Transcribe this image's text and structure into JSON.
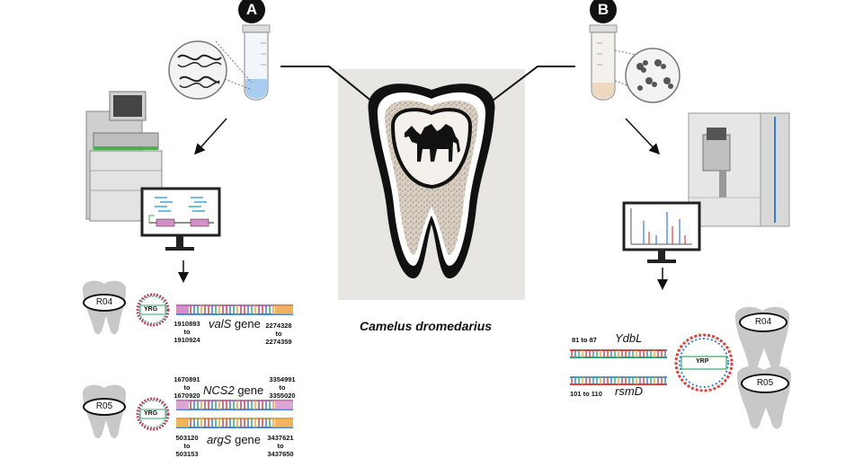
{
  "species": "Camelus dromedarius",
  "panels": {
    "a": {
      "badge": "A"
    },
    "b": {
      "badge": "B"
    }
  },
  "left_tracks": [
    {
      "sample": "R04",
      "plasmid": "YRG",
      "gene_name": "valS",
      "gene_word": "gene",
      "start_top": "1910893",
      "start_to": "to",
      "start_bottom": "1910924",
      "end_top": "2274328",
      "end_to": "to",
      "end_bottom": "2274359"
    },
    {
      "sample": "R05",
      "plasmid": "YRG",
      "gene_name": "NCS2",
      "gene_word": "gene",
      "start_top": "1670891",
      "start_to": "to",
      "start_bottom": "1670920",
      "end_top": "3354991",
      "end_to": "to",
      "end_bottom": "3355020"
    },
    {
      "sample": "",
      "plasmid": "",
      "gene_name": "argS",
      "gene_word": "gene",
      "start_top": "503120",
      "start_to": "to",
      "start_bottom": "503153",
      "end_top": "3437621",
      "end_to": "to",
      "end_bottom": "3437650"
    }
  ],
  "right_section": {
    "plasmid": "YRP",
    "gene1": "YdbL",
    "gene1_range": "81 to 87",
    "gene2": "rsmD",
    "gene2_range": "101 to 110",
    "samples": [
      "R04",
      "R05"
    ]
  },
  "colors": {
    "ink": "#111111",
    "tube_blue": "#a9cdee",
    "tube_beige": "#ecd9c0",
    "instrument_green": "#4caf50",
    "pink": "#d48fc7",
    "orange": "#e8a33a",
    "blue_strand": "#3a7bd5",
    "red_strand": "#d6453d",
    "tooth_gray": "#c8c8c8"
  }
}
